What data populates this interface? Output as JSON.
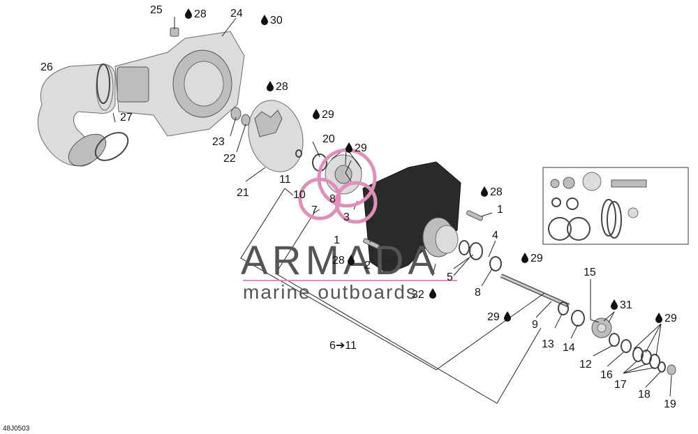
{
  "figure_code": "48J0503",
  "watermark": {
    "brand": "ARMADA",
    "tagline": "marine outboards",
    "brand_color": "#555555",
    "accent_color": "#e090b8"
  },
  "callouts": {
    "c25": "25",
    "c24": "24",
    "c26": "26",
    "c27": "27",
    "c23": "23",
    "c22": "22",
    "c21": "21",
    "c20": "20",
    "c11": "11",
    "c10": "10",
    "c8a": "8",
    "c7": "7",
    "c3": "3",
    "c1a": "1",
    "c1b": "1",
    "c2": "2",
    "c4": "4",
    "c5": "5",
    "c8b": "8",
    "c9": "9",
    "c13": "13",
    "c14": "14",
    "c15": "15",
    "c12": "12",
    "c16": "16",
    "c17": "17",
    "c18": "18",
    "c19": "19",
    "c611": "6➔11"
  },
  "lubricants": {
    "l28a": "28",
    "l30": "30",
    "l28b": "28",
    "l29a": "29",
    "l29b": "29",
    "l28c": "28",
    "l28d": "28",
    "l29c": "29",
    "l32": "32",
    "l29d": "29",
    "l31": "31",
    "l29e": "29"
  },
  "icons": {
    "lubricant": "oil-drop-icon",
    "arrow": "arrow-right-icon"
  }
}
